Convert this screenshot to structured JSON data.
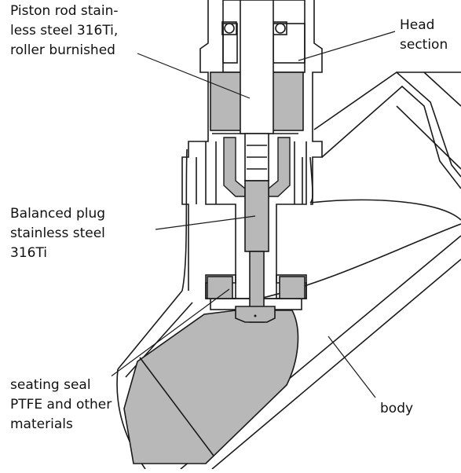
{
  "labels": {
    "piston_rod": [
      "Piston rod stain-",
      "less steel 316Ti,",
      "roller burnished"
    ],
    "head_section": [
      "Head",
      "section"
    ],
    "balanced_plug": [
      "Balanced plug",
      "stainless steel",
      "316Ti"
    ],
    "seating_seal": [
      "seating seal",
      "PTFE and other",
      "materials"
    ],
    "body": [
      "body"
    ]
  },
  "colors": {
    "line": "#1a1a1a",
    "part_fill": "#b8b8b8",
    "background": "#ffffff"
  }
}
